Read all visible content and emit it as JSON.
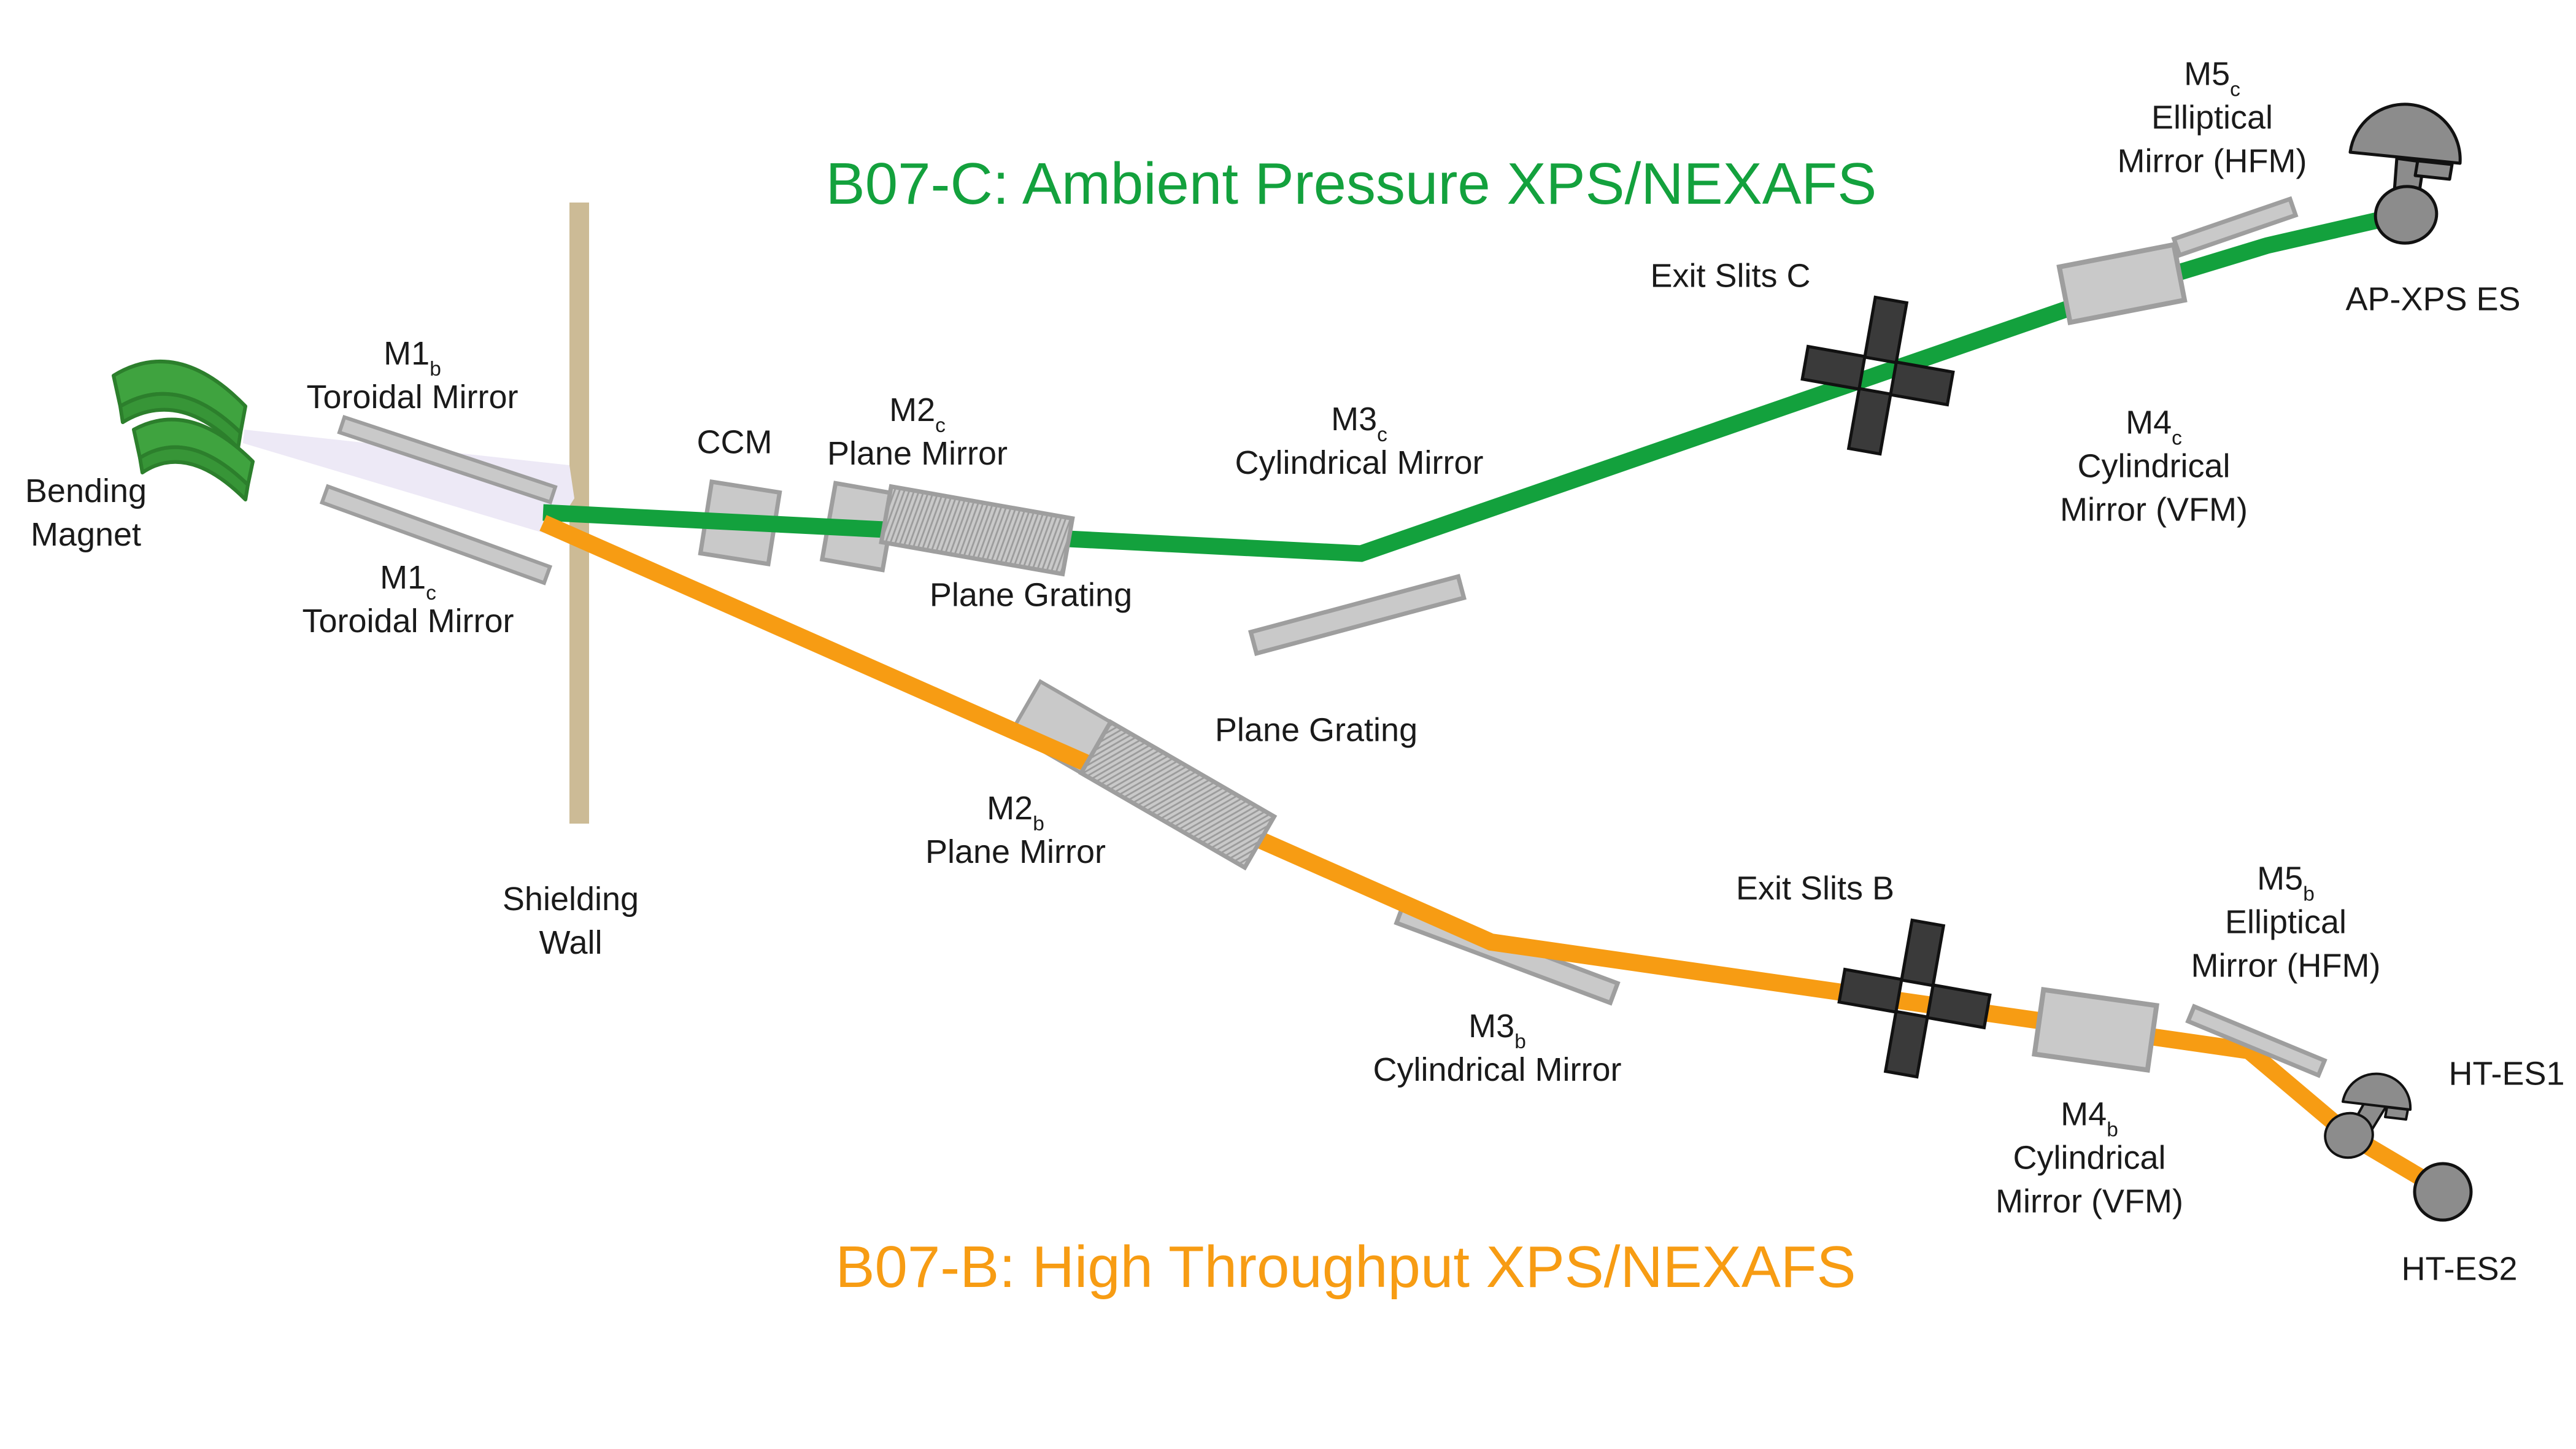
{
  "titles": {
    "branch_c": {
      "text": "B07-C: Ambient Pressure XPS/NEXAFS"
    },
    "branch_b": {
      "text": "B07-B: High Throughput XPS/NEXAFS"
    }
  },
  "labels": {
    "bending_magnet": {
      "line1": "Bending",
      "line2": "Magnet"
    },
    "m1b": {
      "main": "M1",
      "sub": "b",
      "desc": "Toroidal Mirror"
    },
    "m1c": {
      "main": "M1",
      "sub": "c",
      "desc": "Toroidal Mirror"
    },
    "shielding_wall": {
      "line1": "Shielding",
      "line2": "Wall"
    },
    "ccm": {
      "text": "CCM"
    },
    "m2c": {
      "main": "M2",
      "sub": "c",
      "desc": "Plane Mirror"
    },
    "plane_grating_c": {
      "text": "Plane Grating"
    },
    "m3c": {
      "main": "M3",
      "sub": "c",
      "desc": "Cylindrical Mirror"
    },
    "exit_slits_c": {
      "text": "Exit Slits C"
    },
    "m4c": {
      "main": "M4",
      "sub": "c",
      "desc1": "Cylindrical",
      "desc2": "Mirror (VFM)"
    },
    "m5c": {
      "main": "M5",
      "sub": "c",
      "desc1": "Elliptical",
      "desc2": "Mirror (HFM)"
    },
    "ap_xps_es": {
      "text": "AP-XPS ES"
    },
    "m2b": {
      "main": "M2",
      "sub": "b",
      "desc": "Plane Mirror"
    },
    "plane_grating_b": {
      "text": "Plane Grating"
    },
    "m3b": {
      "main": "M3",
      "sub": "b",
      "desc": "Cylindrical Mirror"
    },
    "exit_slits_b": {
      "text": "Exit Slits B"
    },
    "m4b": {
      "main": "M4",
      "sub": "b",
      "desc1": "Cylindrical",
      "desc2": "Mirror (VFM)"
    },
    "m5b": {
      "main": "M5",
      "sub": "b",
      "desc1": "Elliptical",
      "desc2": "Mirror (HFM)"
    },
    "ht_es1": {
      "text": "HT-ES1"
    },
    "ht_es2": {
      "text": "HT-ES2"
    }
  },
  "colors": {
    "branch_c_green": "#13A13D",
    "branch_b_orange": "#F79C13",
    "magnet_green": "#3FA33F",
    "magnet_green_dark": "#2C7F2C",
    "magnet_green_side": "#379537",
    "wall_tan": "#CCBB96",
    "mirror_gray": "#C9C9C9",
    "mirror_stroke": "#9E9E9E",
    "grating_hatch": "#9B9B9B",
    "slit_dark": "#3A3A3A",
    "endstation_gray": "#8C8C8C",
    "outline_black": "#111111",
    "beam_fan": "#EDE9F6",
    "text": "#1A1A1A"
  }
}
